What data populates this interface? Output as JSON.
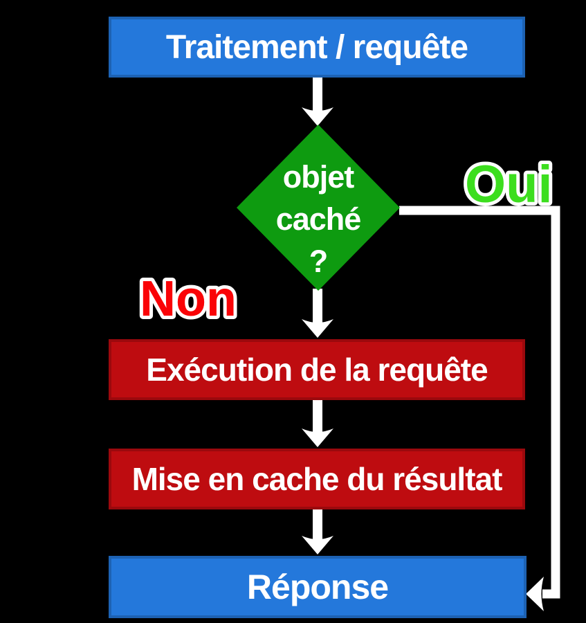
{
  "diagram": {
    "type": "flowchart",
    "nodes": {
      "start": {
        "label": "Traitement / requête",
        "shape": "rect"
      },
      "decision": {
        "lines": [
          "objet",
          "caché",
          "?"
        ],
        "shape": "diamond"
      },
      "execute": {
        "label": "Exécution de la requête",
        "shape": "rect"
      },
      "cache_result": {
        "label": "Mise en cache du résultat",
        "shape": "rect"
      },
      "response": {
        "label": "Réponse",
        "shape": "rect"
      }
    },
    "edge_labels": {
      "yes": "Oui",
      "no": "Non"
    },
    "colors": {
      "process_blue": "#2478DB",
      "decision_green": "#0E9B10",
      "action_red": "#BE0C10",
      "yes_green": "#3CDE1E",
      "no_red": "#FA0307",
      "arrow_white": "#FFFFFF",
      "background": "#000000"
    }
  }
}
